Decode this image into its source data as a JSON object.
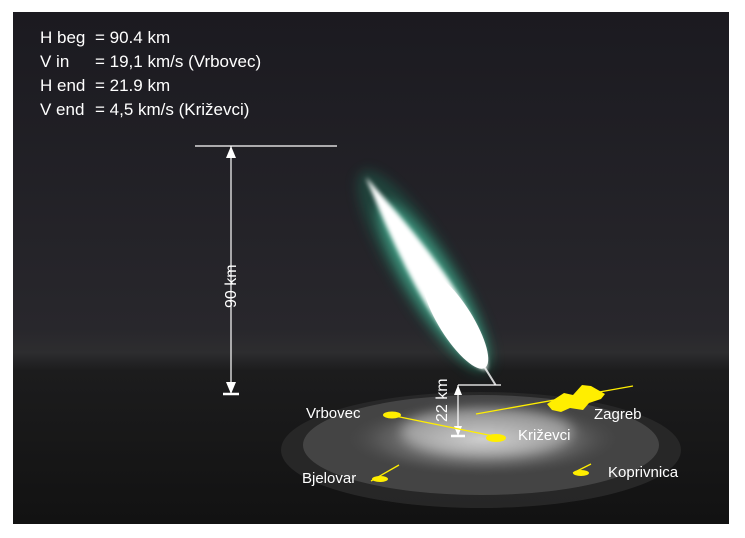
{
  "stats": {
    "h_beg": {
      "label": "H beg",
      "value": "= 90.4 km"
    },
    "v_in": {
      "label": "V in",
      "value": "= 19,1 km/s (Vrbovec)"
    },
    "h_end": {
      "label": "H end",
      "value": "= 21.9 km"
    },
    "v_end": {
      "label": "V end",
      "value": "= 4,5 km/s (Križevci)"
    }
  },
  "altitudes": {
    "start_label": "90 km",
    "end_label": "22 km"
  },
  "towns": {
    "vrbovec": "Vrbovec",
    "zagreb": "Zagreb",
    "krizevci": "Križevci",
    "bjelovar": "Bjelovar",
    "koprivnica": "Koprivnica"
  },
  "colors": {
    "sky_top": "#1a1a20",
    "horizon": "#2c2c2c",
    "ground": "#141414",
    "town": "#ffee00",
    "fireball_core": "#ffffff",
    "fireball_glow": "#4fd9b0"
  }
}
